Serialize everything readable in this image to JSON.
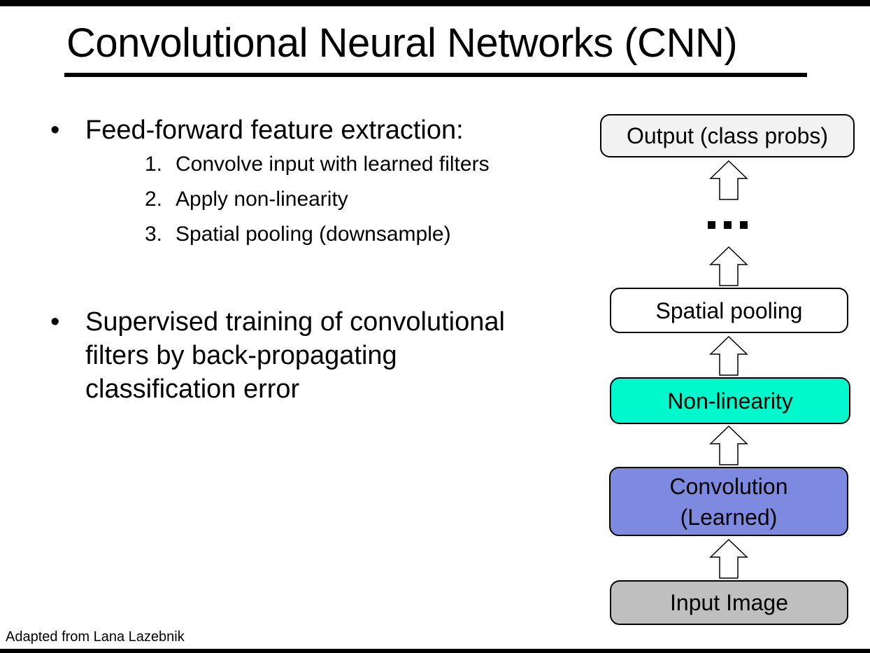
{
  "slide": {
    "title": "Convolutional Neural Networks (CNN)",
    "footer": "Adapted from Lana Lazebnik"
  },
  "bullets": {
    "bullet1": {
      "marker": "•",
      "text": "Feed-forward feature extraction:",
      "items": [
        {
          "number": "1.",
          "text": "Convolve input with learned filters"
        },
        {
          "number": "2.",
          "text": "Apply non-linearity"
        },
        {
          "number": "3.",
          "text": "Spatial pooling (downsample)"
        }
      ]
    },
    "bullet2": {
      "marker": "•",
      "lines": [
        "Supervised training of convolutional",
        "filters by back-propagating",
        "classification error"
      ]
    }
  },
  "diagram": {
    "boxes": [
      {
        "label": "Output (class probs)",
        "fill": "#F2F2F2"
      },
      {
        "label": "Spatial pooling",
        "fill": "#FFFFFF"
      },
      {
        "label": "Non-linearity",
        "fill": "#00F9CC"
      },
      {
        "label": "Convolution\n(Learned)",
        "fill": "#7E8AE0"
      },
      {
        "label": "Input Image",
        "fill": "#BFBFBF"
      }
    ],
    "arrow_fill": "#FFFFFF",
    "arrow_stroke": "#000000",
    "ellipsis": "..."
  }
}
